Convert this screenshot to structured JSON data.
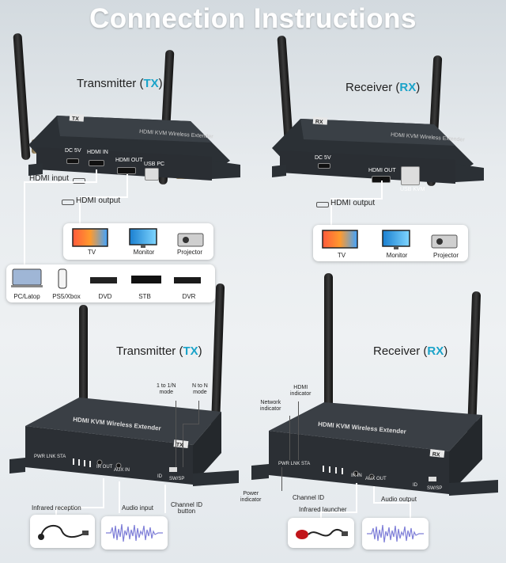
{
  "title": "Connection Instructions",
  "top_left": {
    "label_main": "Transmitter (",
    "label_acc": "TX",
    "label_end": ")",
    "badge": "TX",
    "port_dc": "DC 5V",
    "port_hdmi_in": "HDMI IN",
    "port_hdmi_out": "HDMI OUT",
    "port_usb": "USB PC",
    "box_text": "HDMI KVM Wireless Extender",
    "hdmi_input_label": "HDMI input",
    "hdmi_output_label": "HDMI output",
    "outputs": [
      "TV",
      "Monitor",
      "Projector"
    ],
    "sources": [
      "PC/Latop",
      "PS5/Xbox",
      "DVD",
      "STB",
      "DVR"
    ]
  },
  "top_right": {
    "label_main": "Receiver (",
    "label_acc": "RX",
    "label_end": ")",
    "badge": "RX",
    "port_dc": "DC 5V",
    "port_hdmi_out": "HDMI OUT",
    "port_usb": "USB KVM",
    "box_text": "HDMI KVM Wireless Extender",
    "hdmi_output_label": "HDMI output",
    "outputs": [
      "TV",
      "Monitor",
      "Projector"
    ]
  },
  "bottom_left": {
    "label_main": "Transmitter (",
    "label_acc": "TX",
    "label_end": ")",
    "box_text": "HDMI KVM Wireless Extender",
    "badge": "TX",
    "callout_1toN": "1 to 1/N\nmode",
    "callout_NtoN": "N to N\nmode",
    "port_ir_out": "IR OUT",
    "port_aux_in": "AUX IN",
    "port_id": "ID",
    "port_sw": "SW/SP",
    "leds": [
      "PWR",
      "LNK",
      "STA"
    ],
    "infrared_label": "Infrared reception",
    "audio_label": "Audio input",
    "channel_label": "Channel ID\nbutton"
  },
  "bottom_right": {
    "label_main": "Receiver (",
    "label_acc": "RX",
    "label_end": ")",
    "box_text": "HDMI KVM Wireless Extender",
    "badge": "RX",
    "network_label": "Network\nindicator",
    "hdmi_indicator_label": "HDMI\nindicator",
    "power_label": "Power\nindicator",
    "channel_label": "Channel ID",
    "infrared_label": "Infrared launcher",
    "audio_label": "Audio output",
    "port_ir_in": "IR IN",
    "port_aux_out": "AUX OUT",
    "port_id": "ID",
    "port_sw": "SW/SP",
    "leds": [
      "PWR",
      "LNK",
      "STA"
    ]
  },
  "colors": {
    "accent": "#1aa3c9",
    "box": "#2e3338",
    "white_line": "#ffffff"
  }
}
